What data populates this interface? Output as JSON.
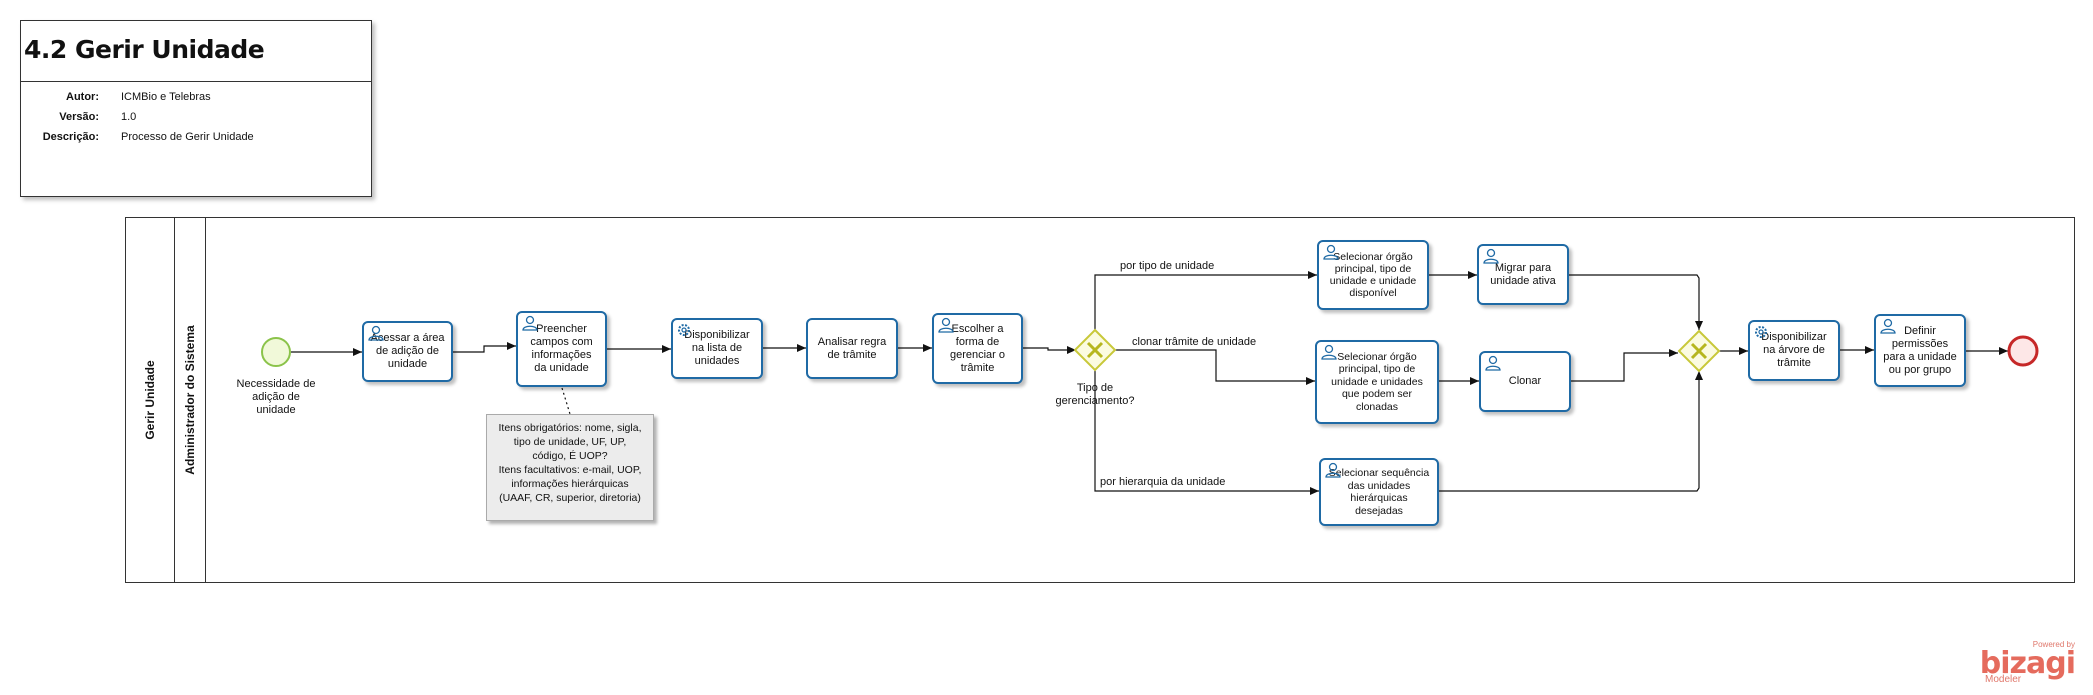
{
  "header": {
    "title": "4.2 Gerir Unidade",
    "author_label": "Autor:",
    "author": "ICMBio e Telebras",
    "version_label": "Versão:",
    "version": "1.0",
    "description_label": "Descrição:",
    "description": "Processo de Gerir Unidade"
  },
  "pool": {
    "name": "Gerir Unidade"
  },
  "lane": {
    "name": "Administrador do Sistema"
  },
  "start_event": {
    "label": "Necessidade de adição de unidade"
  },
  "tasks": [
    {
      "label": "Acessar a área de adição de unidade",
      "icon": "user-task-icon"
    },
    {
      "label": "Preencher campos com informações da unidade",
      "icon": "user-task-icon"
    },
    {
      "label": "Disponibilizar na lista de unidades",
      "icon": "service-task-icon"
    },
    {
      "label": "Analisar regra de trâmite",
      "icon": "none"
    },
    {
      "label": "Escolher a forma de gerenciar o trâmite",
      "icon": "user-task-icon"
    },
    {
      "label": "Selecionar órgão principal, tipo de unidade e unidade disponível",
      "icon": "user-task-icon"
    },
    {
      "label": "Migrar para unidade ativa",
      "icon": "user-task-icon"
    },
    {
      "label": "Selecionar órgão principal, tipo de unidade e unidades que podem ser clonadas",
      "icon": "user-task-icon"
    },
    {
      "label": "Clonar",
      "icon": "user-task-icon"
    },
    {
      "label": "Selecionar sequência das unidades hierárquicas desejadas",
      "icon": "user-task-icon"
    },
    {
      "label": "Disponibilizar na árvore de trâmite",
      "icon": "service-task-icon"
    },
    {
      "label": "Definir permissões para a unidade ou por grupo",
      "icon": "user-task-icon"
    }
  ],
  "gateway": {
    "label": "Tipo de gerenciamento?"
  },
  "flows": {
    "by_type": "por tipo de unidade",
    "clone": "clonar trâmite de unidade",
    "by_hierarchy": "por hierarquia da unidade"
  },
  "annotation": {
    "lines": [
      "Itens obrigatórios: nome, sigla,",
      "tipo de unidade, UF, UP,",
      "código, É UOP?",
      "Itens facultativos: e-mail, UOP,",
      "informações hierárquicas",
      "(UAAF, CR, superior, diretoria)"
    ]
  },
  "branding": {
    "powered_by": "Powered by",
    "logo": "bizagi",
    "product": "Modeler"
  },
  "colors": {
    "task_border": "#1f6aa5",
    "start_event": "#8bc34a",
    "end_event": "#c62828",
    "gateway": "#c8c83a",
    "brand": "#e56b5d"
  }
}
